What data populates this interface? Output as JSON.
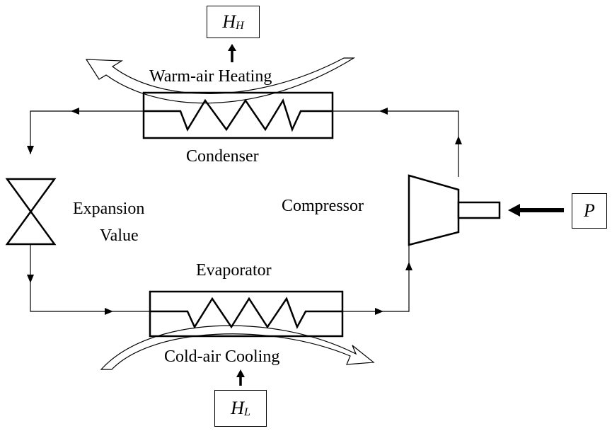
{
  "labels": {
    "warm_air_heating": "Warm-air Heating",
    "condenser": "Condenser",
    "expansion_line1": "Expansion",
    "expansion_line2": "Value",
    "compressor": "Compressor",
    "evaporator": "Evaporator",
    "cold_air_cooling": "Cold-air Cooling"
  },
  "boxes": {
    "hh_main": "H",
    "hh_sub": "H",
    "hl_main": "H",
    "hl_sub": "L",
    "p": "P"
  },
  "colors": {
    "line": "#000000",
    "background": "#ffffff"
  }
}
